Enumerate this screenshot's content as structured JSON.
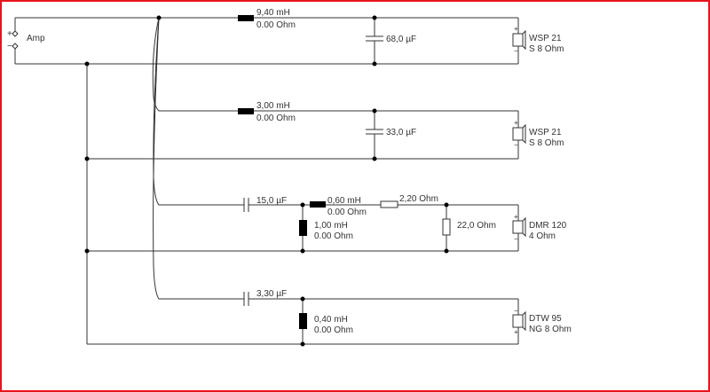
{
  "amp": {
    "label": "Amp",
    "plus": "+",
    "minus": "−"
  },
  "branches": [
    {
      "name": "bass-1",
      "series_inductor": {
        "value": "9,40 mH",
        "resistance": "0.00 Ohm"
      },
      "shunt_capacitor": {
        "value": "68,0 µF"
      },
      "speaker": {
        "model": "WSP 21",
        "impedance": "S 8 Ohm",
        "plus": "+",
        "minus": "−"
      }
    },
    {
      "name": "bass-2",
      "series_inductor": {
        "value": "3,00 mH",
        "resistance": "0.00 Ohm"
      },
      "shunt_capacitor": {
        "value": "33,0 µF"
      },
      "speaker": {
        "model": "WSP 21",
        "impedance": "S 8 Ohm",
        "plus": "+",
        "minus": "−"
      }
    },
    {
      "name": "mid",
      "series_capacitor": {
        "value": "15,0 µF"
      },
      "shunt_inductor": {
        "value": "1,00 mH",
        "resistance": "0.00 Ohm"
      },
      "series_inductor": {
        "value": "0,60 mH",
        "resistance": "0.00 Ohm"
      },
      "series_resistor": {
        "value": "2,20 Ohm"
      },
      "shunt_resistor": {
        "value": "22,0 Ohm"
      },
      "speaker": {
        "model": "DMR 120",
        "impedance": "4 Ohm",
        "plus": "+",
        "minus": "−"
      }
    },
    {
      "name": "tweeter",
      "series_capacitor": {
        "value": "3,30 µF"
      },
      "shunt_inductor": {
        "value": "0,40 mH",
        "resistance": "0.00 Ohm"
      },
      "speaker": {
        "model": "DTW 95",
        "impedance": "NG 8 Ohm",
        "plus": "+",
        "minus": "−"
      }
    }
  ],
  "colors": {
    "border": "#e8141c",
    "wire": "#333333"
  }
}
